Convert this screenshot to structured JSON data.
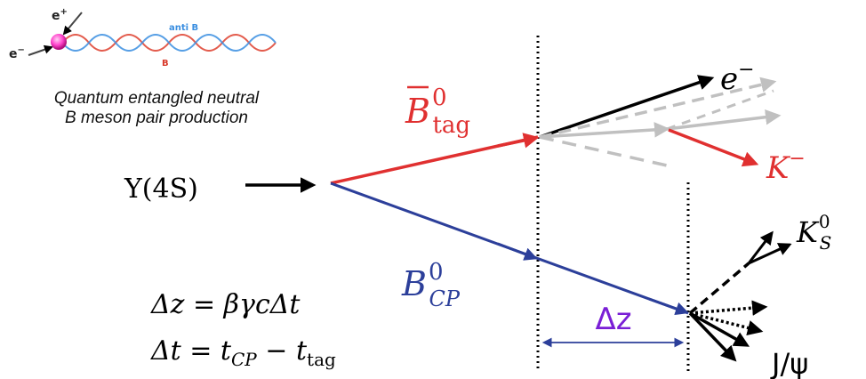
{
  "inset": {
    "eplus": "e",
    "eplus_sup": "+",
    "eminus": "e",
    "eminus_sup": "−",
    "anti_b": "anti B",
    "b": "B",
    "caption_line1": "Quantum entangled neutral",
    "caption_line2": "B meson pair production"
  },
  "labels": {
    "upsilon": "Υ(4S)",
    "btag_base": "B",
    "btag_sup": "0",
    "btag_sub": "tag",
    "bcp_base": "B",
    "bcp_sup": "0",
    "bcp_sub": "CP",
    "electron": "e",
    "electron_sup": "−",
    "kaon_minus": "K",
    "kaon_minus_sup": "−",
    "kshort": "K",
    "kshort_sup": "0",
    "kshort_sub": "S",
    "jpsi": "J/ψ",
    "delta_z": "Δz"
  },
  "equations": {
    "line1": "Δz = βγcΔt",
    "line2_lhs": "Δt = t",
    "line2_sub1": "CP",
    "line2_mid": " − t",
    "line2_sub2": "tag"
  },
  "colors": {
    "tag_track": "#e03030",
    "cp_track": "#2c3f9a",
    "kaon_track": "#e03030",
    "faded_track": "#c0c0c0",
    "delta_z_text": "#7a1fd6",
    "anti_b_text": "#3a8ee0",
    "b_text": "#d83a2a",
    "inset_particle": "#ff44cc"
  }
}
